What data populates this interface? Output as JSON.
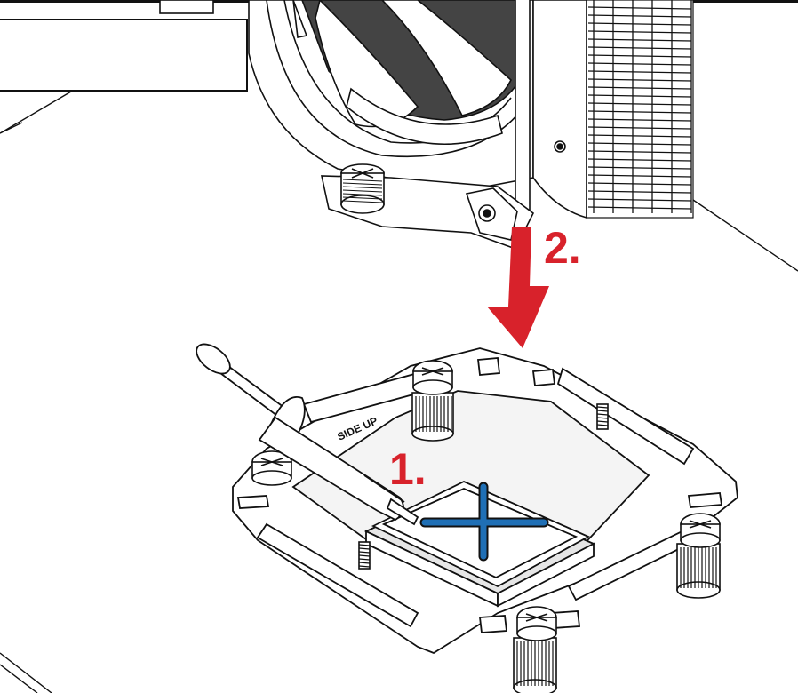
{
  "steps": {
    "step_1": "1.",
    "step_2": "2."
  },
  "bracket_marking": "SIDE UP",
  "label_box_text": "",
  "colors": {
    "arrow_red": "#d8222b",
    "paste_blue": "#1f6fb5",
    "line": "#111111"
  }
}
